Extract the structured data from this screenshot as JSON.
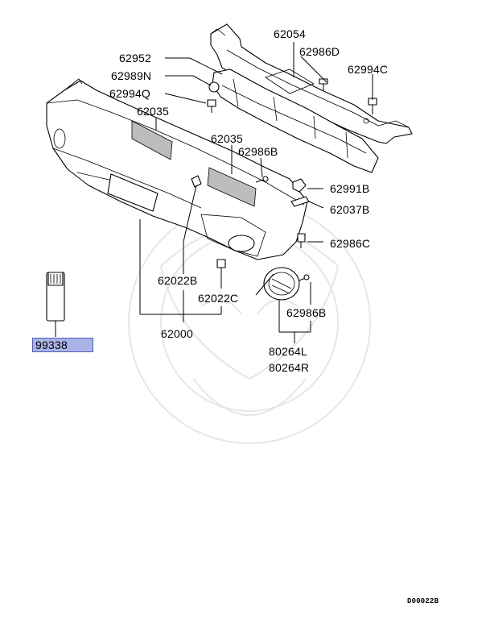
{
  "labels": {
    "p62054": "62054",
    "p62986D": "62986D",
    "p62994C": "62994C",
    "p62952": "62952",
    "p62989N": "62989N",
    "p62994Q": "62994Q",
    "p62035a": "62035",
    "p62035b": "62035",
    "p62986B_a": "62986B",
    "p62991B": "62991B",
    "p62037B": "62037B",
    "p62986C": "62986C",
    "p62022B": "62022B",
    "p62022C": "62022C",
    "p62000": "62000",
    "p62986B_b": "62986B",
    "p80264L": "80264L",
    "p80264R": "80264R",
    "p99338": "99338"
  },
  "reference_code": "D00022B"
}
